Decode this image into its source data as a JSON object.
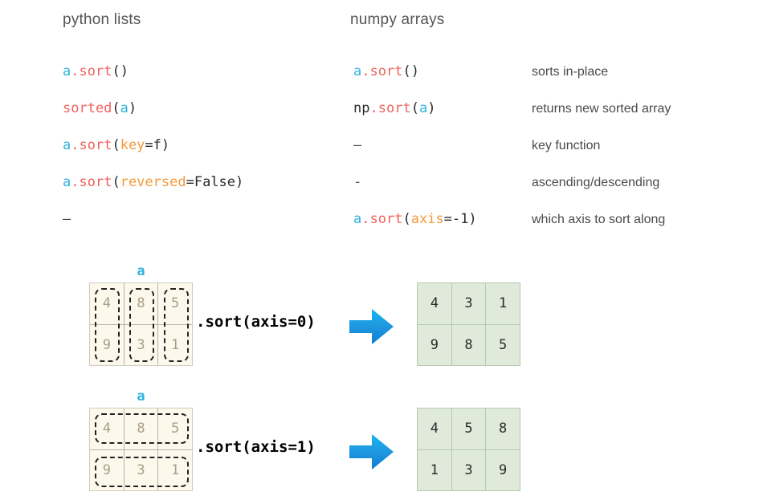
{
  "headers": {
    "python": "python lists",
    "numpy": "numpy arrays"
  },
  "table": {
    "rows": [
      {
        "python": {
          "var": "a",
          "dot": ".",
          "fn": "sort",
          "tail": "()"
        },
        "python_plain": "a.sort()",
        "numpy": {
          "mod": "",
          "var": "a",
          "dot": ".",
          "fn": "sort",
          "tail": "()"
        },
        "numpy_plain": "a.sort()",
        "desc": "sorts in-place"
      },
      {
        "python": {
          "fn": "sorted",
          "open": "(",
          "var": "a",
          "close": ")"
        },
        "python_plain": "sorted(a)",
        "numpy": {
          "mod": "np",
          "dot": ".",
          "fn": "sort",
          "open": "(",
          "var": "a",
          "close": ")"
        },
        "numpy_plain": "np.sort(a)",
        "desc": "returns new sorted array"
      },
      {
        "python": {
          "var": "a",
          "dot": ".",
          "fn": "sort",
          "open": "(",
          "kw": "key",
          "tail": "=f)"
        },
        "python_plain": "a.sort(key=f)",
        "numpy_plain": "–",
        "desc": "key function"
      },
      {
        "python": {
          "var": "a",
          "dot": ".",
          "fn": "sort",
          "open": "(",
          "kw": "reversed",
          "tail": "=False)"
        },
        "python_plain": "a.sort(reversed=False)",
        "numpy_plain": "-",
        "desc": "ascending/descending"
      },
      {
        "python_plain": "–",
        "numpy": {
          "var": "a",
          "dot": ".",
          "fn": "sort",
          "open": "(",
          "kw": "axis",
          "tail": "=-1)"
        },
        "numpy_plain": "a.sort(axis=-1)",
        "desc": "which axis to sort along"
      }
    ]
  },
  "diagrams": [
    {
      "label": "a",
      "axis": 0,
      "call": {
        "dot": ".",
        "fn": "sort",
        "open": "(",
        "kw": "axis",
        "tail": "=0)"
      },
      "call_plain": ".sort(axis=0)",
      "input": [
        [
          4,
          8,
          5
        ],
        [
          9,
          3,
          1
        ]
      ],
      "output": [
        [
          4,
          3,
          1
        ],
        [
          9,
          8,
          5
        ]
      ],
      "selection": "columns"
    },
    {
      "label": "a",
      "axis": 1,
      "call": {
        "dot": ".",
        "fn": "sort",
        "open": "(",
        "kw": "axis",
        "tail": "=1)"
      },
      "call_plain": ".sort(axis=1)",
      "input": [
        [
          4,
          8,
          5
        ],
        [
          9,
          3,
          1
        ]
      ],
      "output": [
        [
          4,
          5,
          8
        ],
        [
          1,
          3,
          9
        ]
      ],
      "selection": "rows"
    }
  ],
  "colors": {
    "variable": "#2fb3e0",
    "function": "#f0625b",
    "keyword": "#f59a3c",
    "keyword_diagram": "#1fa38a",
    "arrow": "#1f9ae0",
    "source_matrix_bg": "#fcf9ec",
    "result_matrix_bg": "#dfeada",
    "source_digit": "#a89d85",
    "text": "#4a4a4a"
  }
}
